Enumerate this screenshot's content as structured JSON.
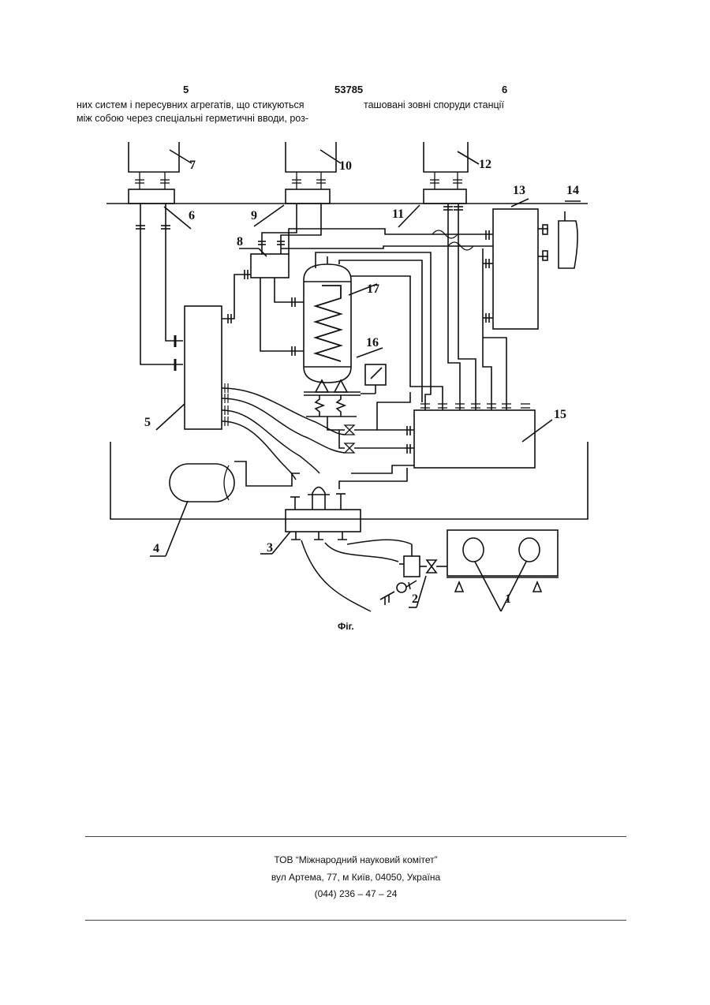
{
  "header": {
    "page_left": "5",
    "patent_number": "53785",
    "page_right": "6"
  },
  "body": {
    "col_left_line1": "них систем і пересувних агрегатів, що стикуються",
    "col_left_line2": "між собою через спеціальні герметичні вводи, роз-",
    "col_right_line1": "ташовані зовні споруди станції"
  },
  "figure": {
    "caption": "Фіг.",
    "labels": [
      "1",
      "2",
      "3",
      "4",
      "5",
      "6",
      "7",
      "8",
      "9",
      "10",
      "11",
      "12",
      "13",
      "14",
      "15",
      "16",
      "17"
    ]
  },
  "footer": {
    "org": "ТОВ “Міжнародний науковий комітет”",
    "address": "вул  Артема, 77, м  Київ, 04050, Україна",
    "phone": "(044) 236 – 47 – 24"
  }
}
